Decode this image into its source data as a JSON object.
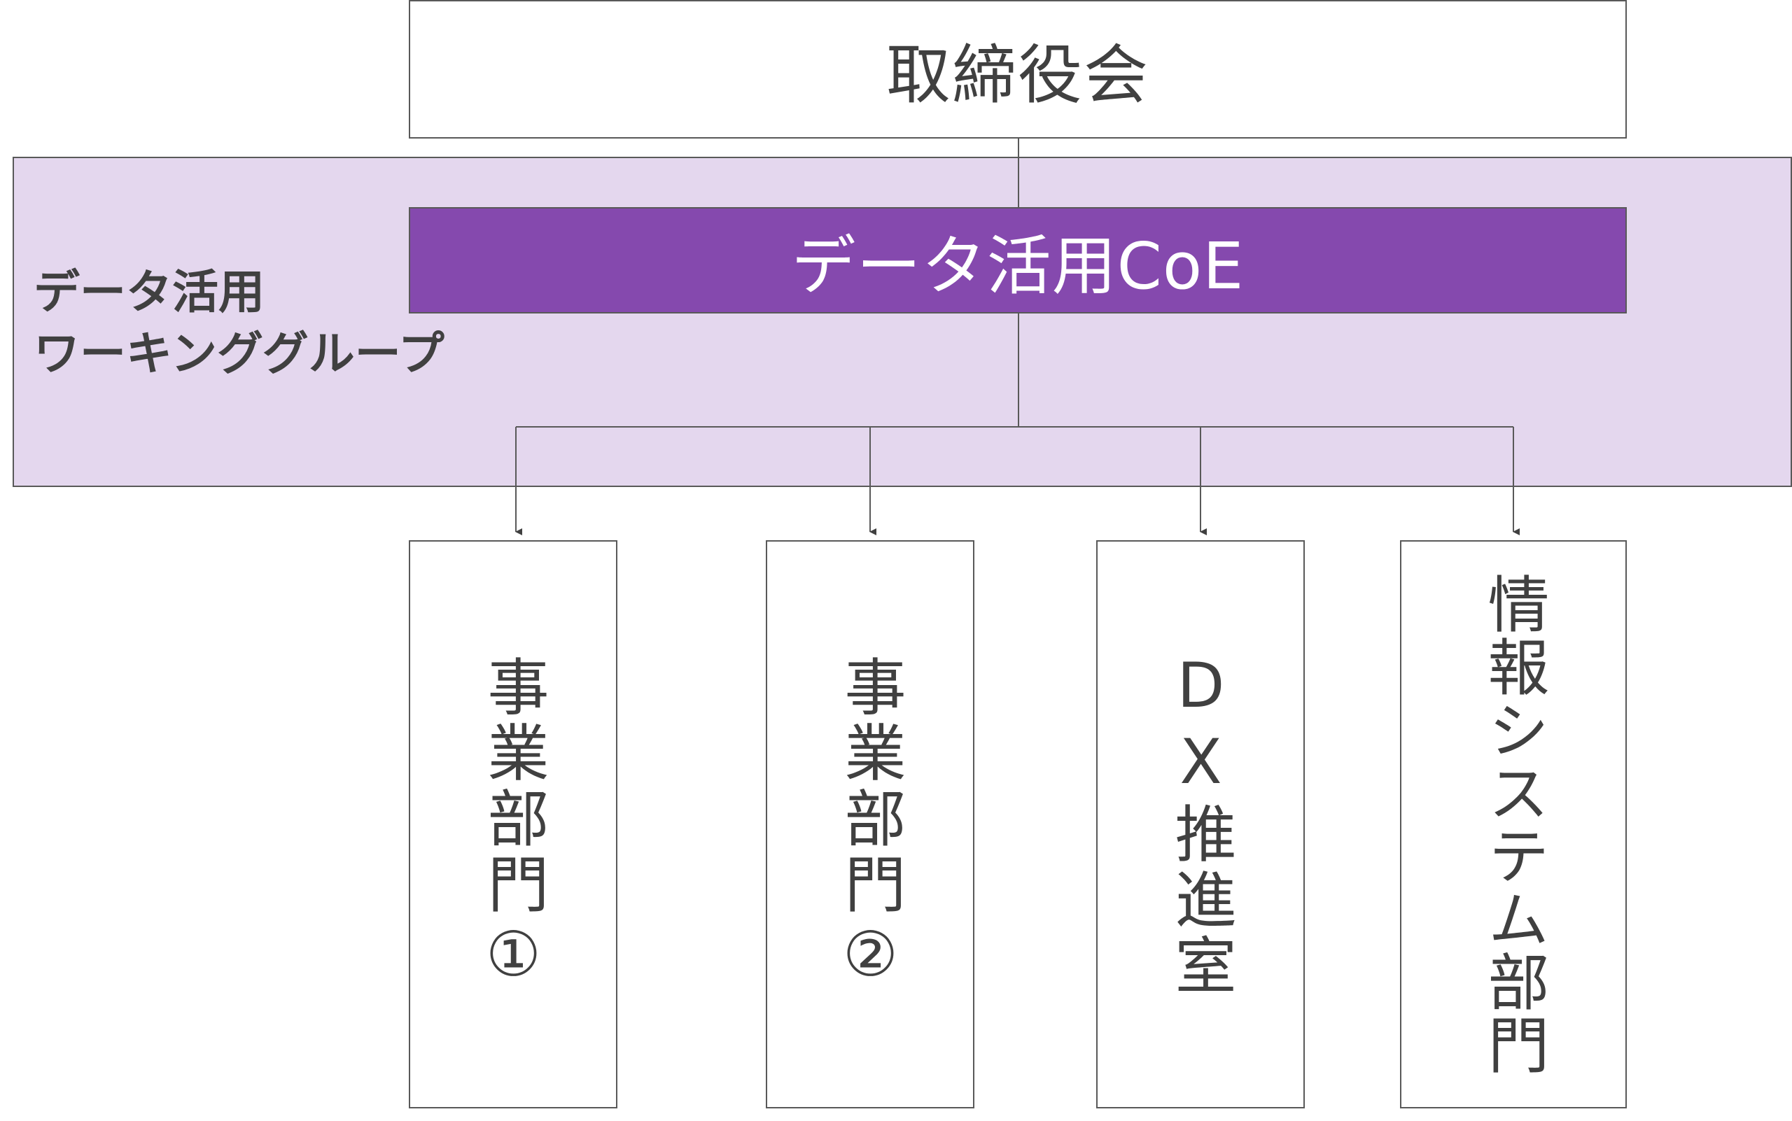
{
  "board": {
    "label": "取締役会"
  },
  "working_group": {
    "line1": "データ活用",
    "line2": "ワーキンググループ"
  },
  "coe": {
    "label": "データ活用CoE"
  },
  "departments": [
    {
      "label": "事業部門①"
    },
    {
      "label": "事業部門②"
    },
    {
      "label": "DX推進室"
    },
    {
      "label": "情報システム部門"
    }
  ],
  "colors": {
    "coe_fill": "#8549ae",
    "working_group_fill": "#e4d7ee",
    "border": "#595959",
    "text": "#404040"
  }
}
